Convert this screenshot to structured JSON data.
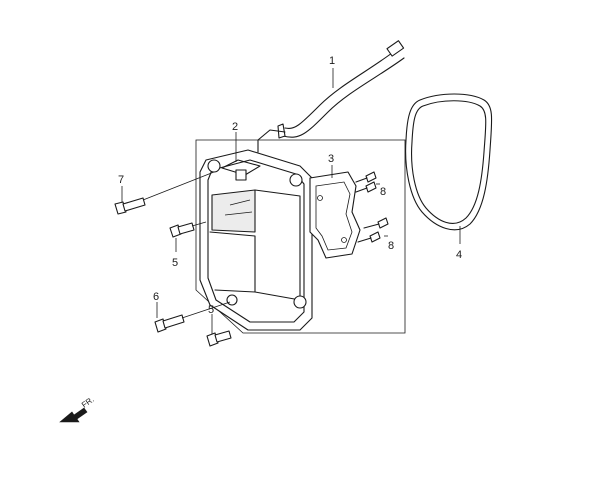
{
  "callouts": {
    "c1": "1",
    "c2": "2",
    "c3": "3",
    "c4": "4",
    "c5a": "5",
    "c5b": "5",
    "c6": "6",
    "c7": "7",
    "c8a": "8",
    "c8b": "8"
  },
  "front_marker": {
    "label": "FR.",
    "icon": "arrow-down-left-icon"
  },
  "colors": {
    "ink": "#1a1a1a",
    "background": "#ffffff"
  }
}
